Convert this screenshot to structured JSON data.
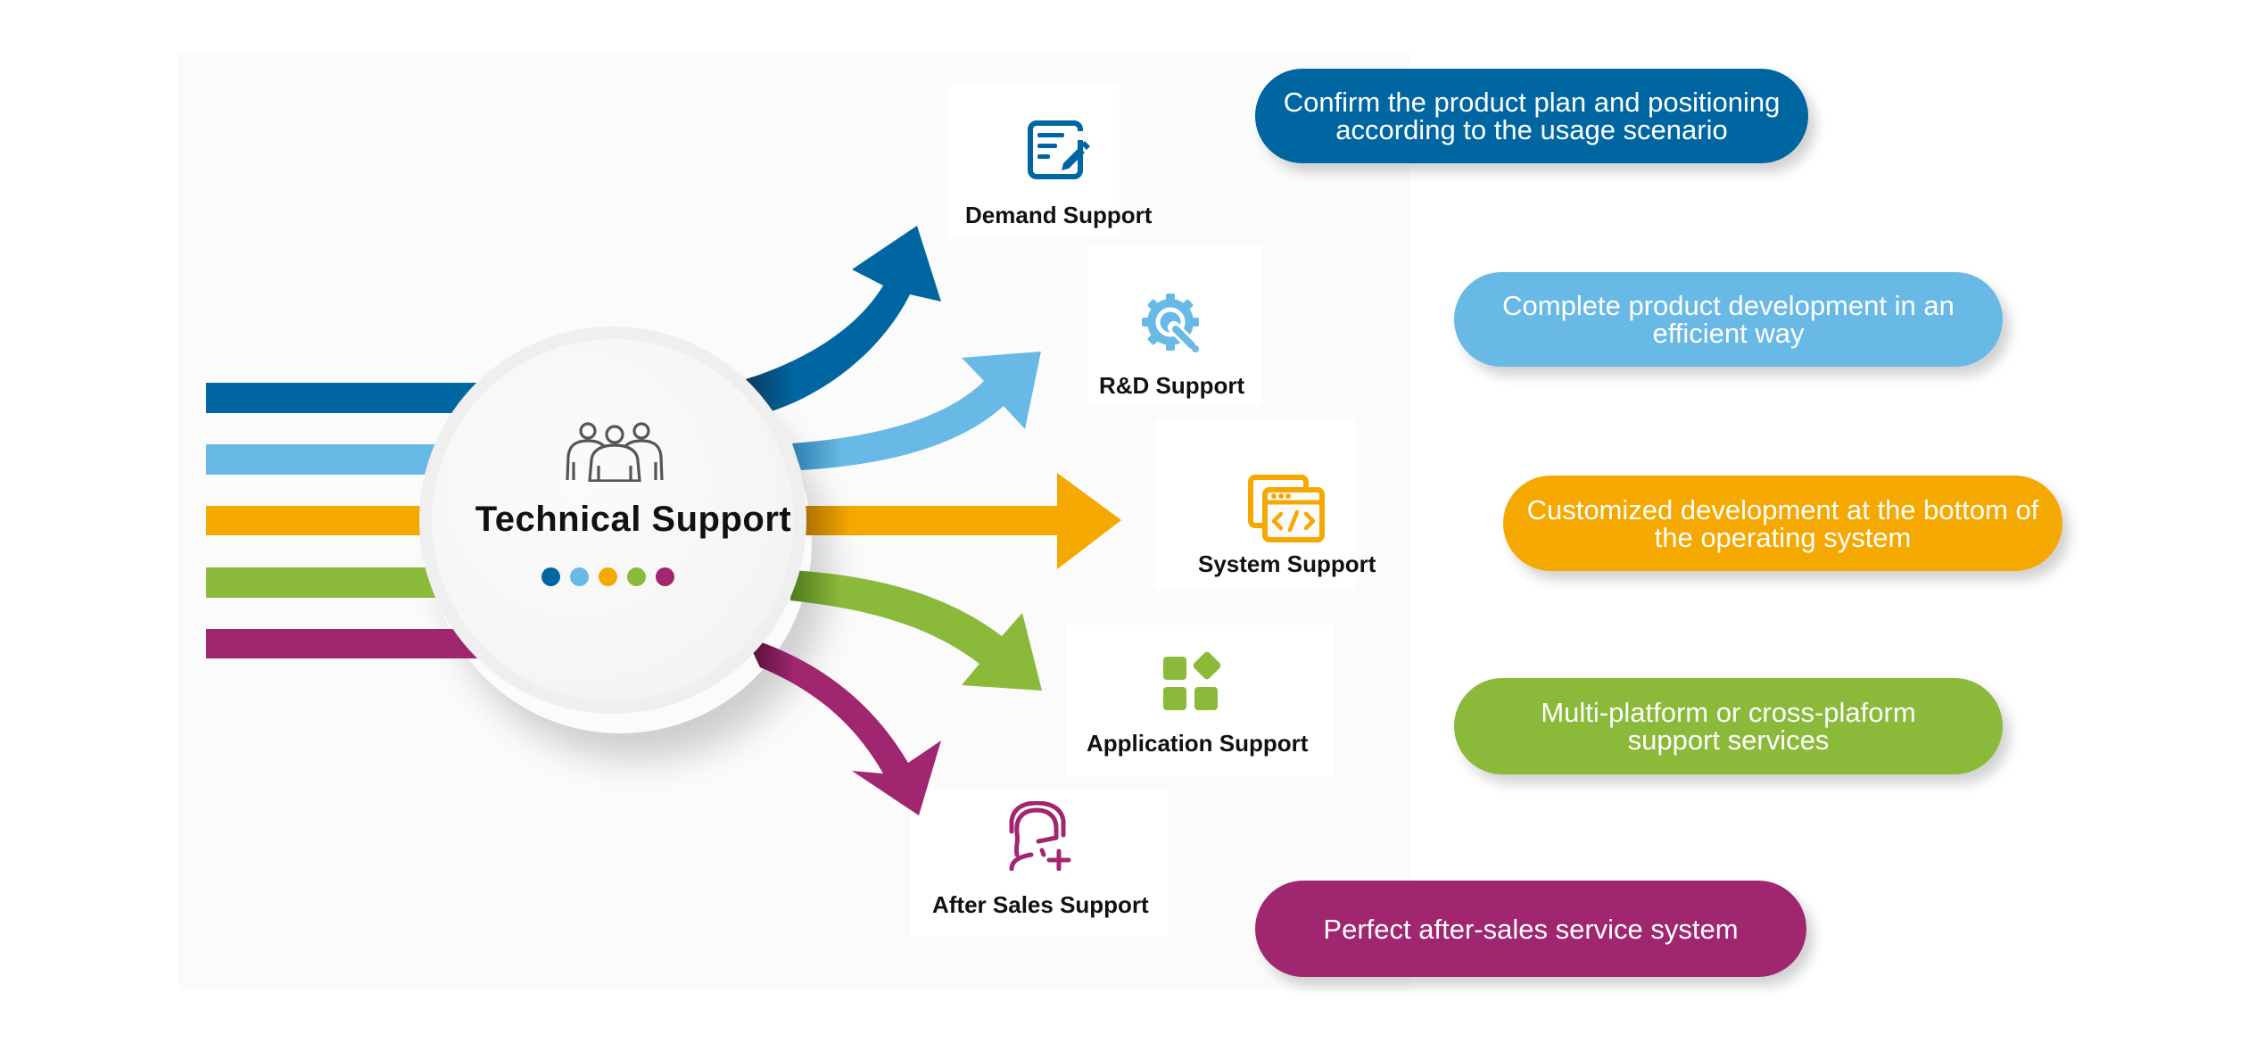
{
  "colors": {
    "dark_blue": "#0066a1",
    "light_blue": "#69b9e6",
    "orange": "#f5a800",
    "green": "#8bb93a",
    "purple": "#a02670"
  },
  "hub": {
    "title": "Technical Support",
    "icon": "people-group-icon"
  },
  "nodes": [
    {
      "label": "Demand Support",
      "icon": "document-edit-icon",
      "color": "#0066a1",
      "description": "Confirm the product plan and positioning according to the usage scenario",
      "description_lines": [
        "Confirm the product plan and positioning",
        "according to the usage scenario"
      ]
    },
    {
      "label": "R&D Support",
      "icon": "gear-wrench-icon",
      "color": "#69b9e6",
      "description": "Complete product development in an efficient way",
      "description_lines": [
        "Complete product development in an",
        "efficient way"
      ]
    },
    {
      "label": "System Support",
      "icon": "code-window-icon",
      "color": "#f5a800",
      "description": "Customized development at the bottom of the operating system",
      "description_lines": [
        "Customized development at the bottom of",
        "the operating system"
      ]
    },
    {
      "label": "Application Support",
      "icon": "app-grid-icon",
      "color": "#8bb93a",
      "description": "Multi-platform or cross-plaform support services",
      "description_lines": [
        "Multi-platform or cross-plaform",
        "support services"
      ]
    },
    {
      "label": "After Sales Support",
      "icon": "headset-agent-icon",
      "color": "#a02670",
      "description": "Perfect after-sales service system",
      "description_lines": [
        "Perfect after-sales service system"
      ]
    }
  ]
}
